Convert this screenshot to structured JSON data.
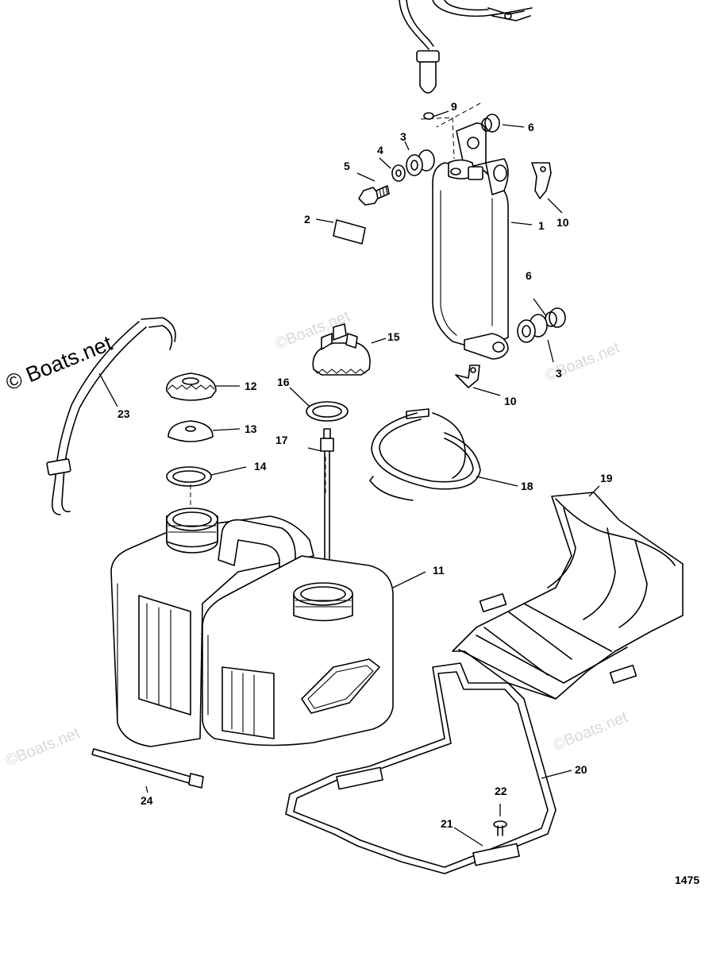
{
  "watermark": {
    "main": "© Boats.net",
    "faint": "©Boats.net"
  },
  "figure_number": "1475",
  "callouts": {
    "c1": "1",
    "c2": "2",
    "c3a": "3",
    "c3b": "3",
    "c4": "4",
    "c5": "5",
    "c6a": "6",
    "c6b": "6",
    "c9": "9",
    "c10a": "10",
    "c10b": "10",
    "c11": "11",
    "c12": "12",
    "c13": "13",
    "c14": "14",
    "c15": "15",
    "c16": "16",
    "c17": "17",
    "c18": "18",
    "c19": "19",
    "c20": "20",
    "c21": "21",
    "c22": "22",
    "c23": "23",
    "c24": "24"
  }
}
